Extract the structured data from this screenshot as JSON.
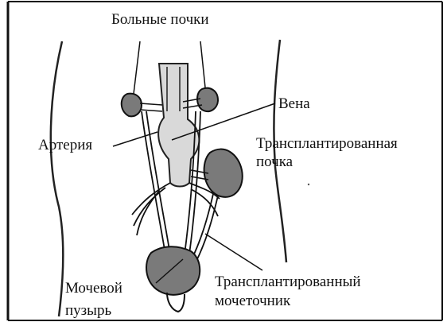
{
  "labels": {
    "diseased_kidneys": "Больные почки",
    "vein": "Вена",
    "artery": "Артерия",
    "transplanted_kidney_line1": "Трансплантированная",
    "transplanted_kidney_line2": "почка",
    "bladder_line1": "Мочевой",
    "bladder_line2": "пузырь",
    "transplanted_ureter_line1": "Трансплантированный",
    "transplanted_ureter_line2": "мочеточник"
  }
}
